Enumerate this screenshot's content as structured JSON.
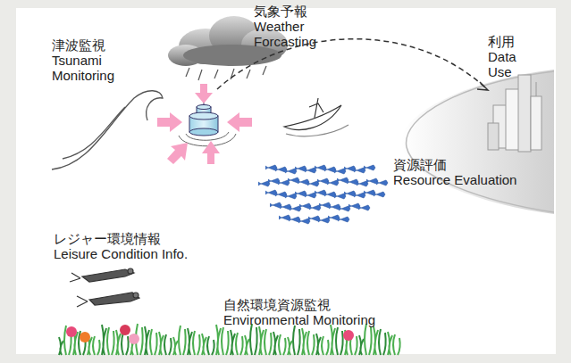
{
  "diagram": {
    "labels": [
      "気象予報",
      "Weather Forcasting",
      "津波監視",
      "Tsunami Monitoring",
      "利用",
      "Data Use",
      "資源評価",
      "Resource Evaluation",
      "レジャー環境情報",
      "Leisure Condition Info.",
      "自然環境資源監視",
      "Environmental Monitoring"
    ]
  }
}
